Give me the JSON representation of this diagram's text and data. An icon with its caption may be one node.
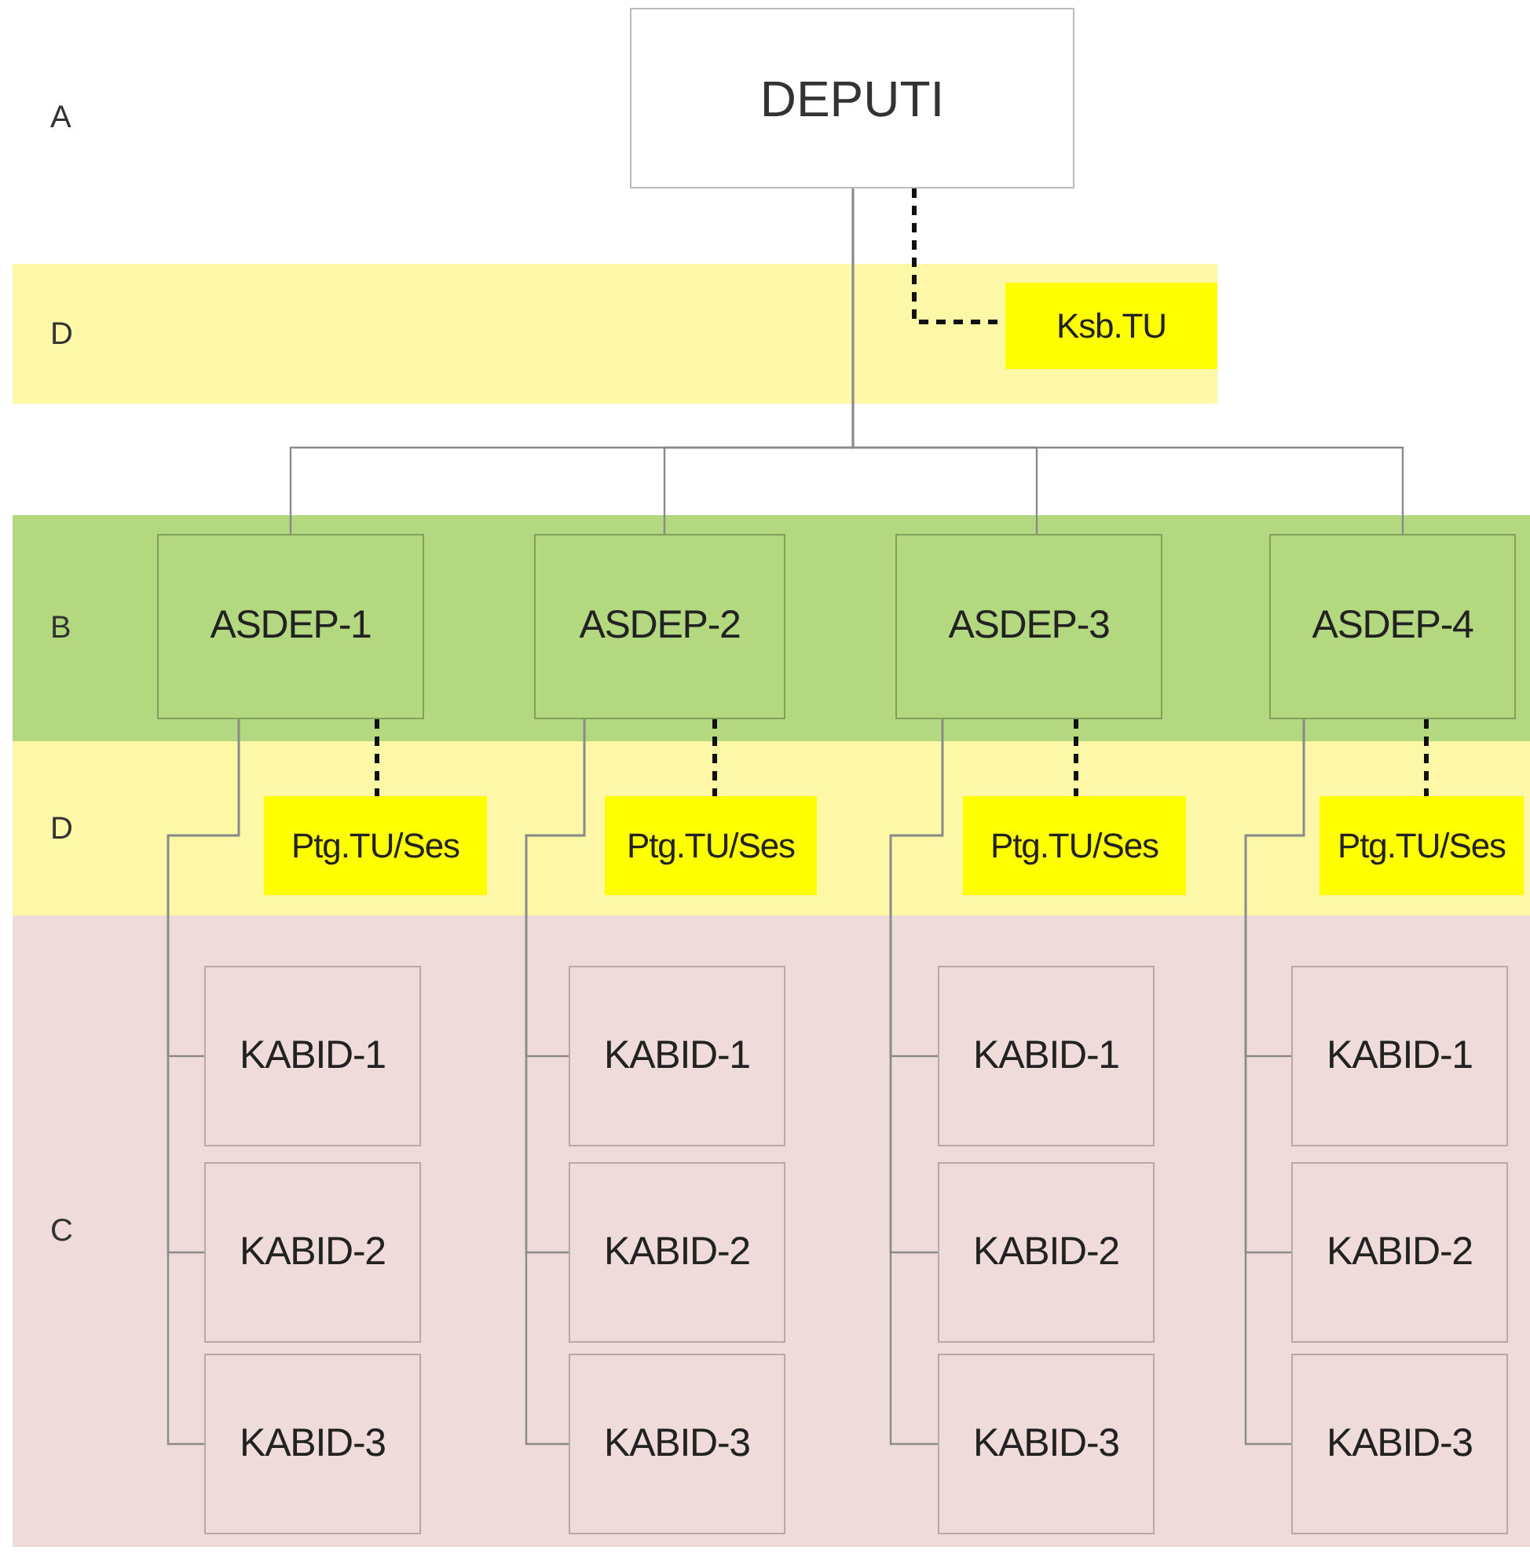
{
  "diagram": {
    "nodes": [
      {
        "text": [
          "DEPUTI"
        ]
      },
      {
        "text": [
          "D"
        ]
      },
      {
        "text": [
          "Ksb.TU"
        ],
        "in": 1
      },
      {
        "text": [
          "B"
        ]
      },
      {
        "text": [
          "ASDEP-1"
        ],
        "in": 3
      },
      {
        "text": [
          "ASDEP-2"
        ],
        "in": 3
      },
      {
        "text": [
          "ASDEP-3"
        ],
        "in": 3
      },
      {
        "text": [
          "ASDEP-4"
        ],
        "in": 3
      },
      {
        "text": [
          "D"
        ]
      },
      {
        "text": [
          "Ptg.TU/Ses"
        ],
        "in": 8
      },
      {
        "text": [
          "Ptg.TU/Ses"
        ],
        "in": 8
      },
      {
        "text": [
          "Ptg.TU/Ses"
        ],
        "in": 8
      },
      {
        "text": [
          "Ptg.TU/Ses"
        ],
        "in": 8
      },
      {
        "text": [
          "C"
        ]
      },
      {
        "text": [
          "KABID-1"
        ],
        "in": 13
      },
      {
        "text": [
          "KABID-1"
        ],
        "in": 13
      },
      {
        "text": [
          "KABID-1"
        ],
        "in": 13
      },
      {
        "text": [
          "KABID-1"
        ],
        "in": 13
      },
      {
        "text": [
          "KABID-2"
        ],
        "in": 13
      },
      {
        "text": [
          "KABID-2"
        ],
        "in": 13
      },
      {
        "text": [
          "KABID-2"
        ],
        "in": 13
      },
      {
        "text": [
          "KABID-2"
        ],
        "in": 13
      },
      {
        "text": [
          "KABID-3"
        ],
        "in": 13
      },
      {
        "text": [
          "KABID-3"
        ],
        "in": 13
      },
      {
        "text": [
          "KABID-3"
        ],
        "in": 13
      },
      {
        "text": [
          "KABID-3"
        ],
        "in": 13
      }
    ],
    "edges": [
      {
        "from": 0,
        "to": 2,
        "arrow": "none",
        "style": "dashed",
        "color": "#111111"
      },
      {
        "from": 0,
        "to": 4,
        "arrow": "none"
      },
      {
        "from": 0,
        "to": 5,
        "arrow": "none"
      },
      {
        "from": 0,
        "to": 6,
        "arrow": "none"
      },
      {
        "from": 0,
        "to": 7,
        "arrow": "none"
      },
      {
        "from": 4,
        "to": 9,
        "arrow": "none",
        "style": "dashed",
        "color": "#111111"
      },
      {
        "from": 5,
        "to": 10,
        "arrow": "none",
        "style": "dashed",
        "color": "#111111"
      },
      {
        "from": 6,
        "to": 11,
        "arrow": "none",
        "style": "dashed",
        "color": "#111111"
      },
      {
        "from": 7,
        "to": 12,
        "arrow": "none",
        "style": "dashed",
        "color": "#111111"
      },
      {
        "from": 4,
        "to": 14,
        "arrow": "none"
      },
      {
        "from": 4,
        "to": 18,
        "arrow": "none"
      },
      {
        "from": 4,
        "to": 22,
        "arrow": "none"
      },
      {
        "from": 5,
        "to": 15,
        "arrow": "none"
      },
      {
        "from": 5,
        "to": 19,
        "arrow": "none"
      },
      {
        "from": 5,
        "to": 23,
        "arrow": "none"
      },
      {
        "from": 6,
        "to": 16,
        "arrow": "none"
      },
      {
        "from": 6,
        "to": 20,
        "arrow": "none"
      },
      {
        "from": 6,
        "to": 24,
        "arrow": "none"
      },
      {
        "from": 7,
        "to": 17,
        "arrow": "none"
      },
      {
        "from": 7,
        "to": 21,
        "arrow": "none"
      },
      {
        "from": 7,
        "to": 25,
        "arrow": "none"
      }
    ],
    "labels": [
      "A"
    ]
  }
}
